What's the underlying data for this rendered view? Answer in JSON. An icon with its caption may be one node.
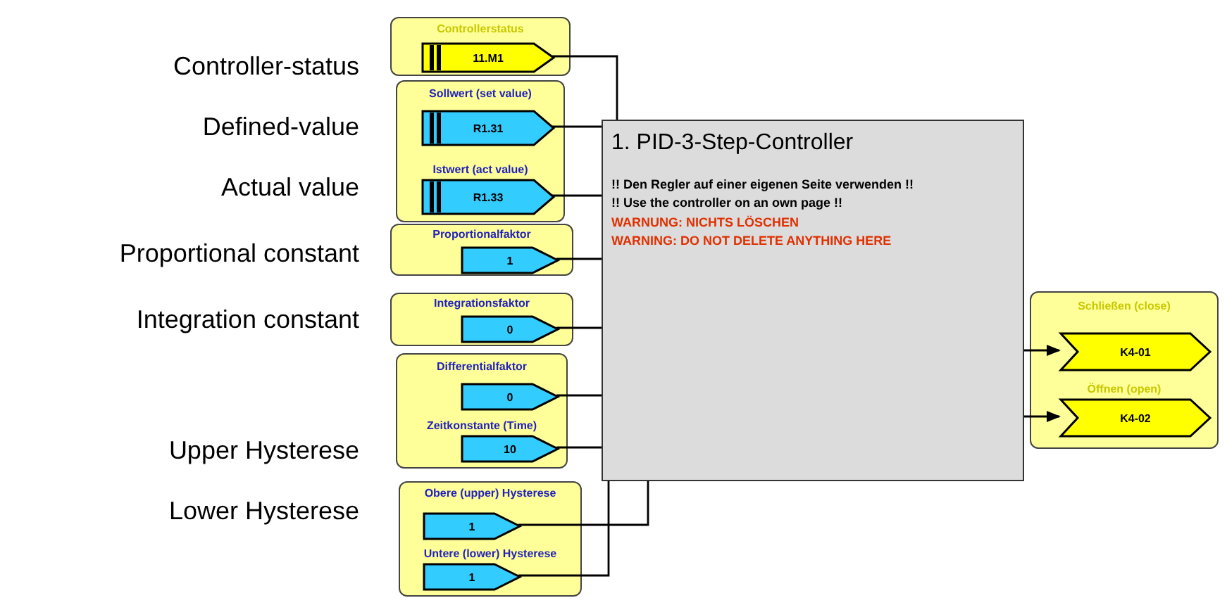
{
  "diagram": {
    "nodes": [
      {
        "text": [],
        "shape": "box"
      },
      {
        "text": [
          "11.M1"
        ],
        "in": 0,
        "beside": [
          "Controllerstatus"
        ]
      },
      {
        "text": [],
        "shape": "box"
      },
      {
        "text": [
          "R1.31"
        ],
        "in": 2,
        "beside": [
          "Sollwert (set value)"
        ]
      },
      {
        "text": [
          "R1.33"
        ],
        "in": 2,
        "beside": [
          "Istwert (act value)"
        ]
      },
      {
        "text": [],
        "shape": "box"
      },
      {
        "text": [
          "1"
        ],
        "in": 5,
        "beside": [
          "Proportionalfaktor"
        ]
      },
      {
        "text": [],
        "shape": "box"
      },
      {
        "text": [
          "0"
        ],
        "in": 7,
        "beside": [
          "Integrationsfaktor"
        ]
      },
      {
        "text": [],
        "shape": "box"
      },
      {
        "text": [
          "0"
        ],
        "in": 9,
        "beside": [
          "Differentialfaktor"
        ]
      },
      {
        "text": [
          "10"
        ],
        "in": 9,
        "beside": [
          "Zeitkonstante (Time)"
        ]
      },
      {
        "text": [
          "1. PID-3-Step-Controller",
          "!! Den Regler auf einer eigenen Seite verwenden !!",
          "!! Use the controller on an own page !!",
          "WARNUNG: NICHTS LÖSCHEN",
          "WARNING: DO NOT DELETE ANYTHING HERE"
        ]
      },
      {
        "text": [],
        "shape": "box"
      },
      {
        "text": [
          "1"
        ],
        "in": 13,
        "beside": [
          "Obere (upper) Hysterese"
        ]
      },
      {
        "text": [
          "1"
        ],
        "in": 13,
        "beside": [
          "Untere (lower) Hysterese"
        ]
      },
      {
        "text": [],
        "shape": "box"
      },
      {
        "text": [
          "K4-01"
        ],
        "in": 16,
        "beside": [
          "Schließen (close)"
        ]
      },
      {
        "text": [
          "K4-02"
        ],
        "in": 16,
        "beside": [
          "Öffnen (open)"
        ]
      }
    ],
    "edges": [
      {
        "from": 1,
        "to": 12,
        "arrow": "none"
      },
      {
        "from": 3,
        "to": 12,
        "arrow": "none"
      },
      {
        "from": 4,
        "to": 12,
        "arrow": "none"
      },
      {
        "from": 6,
        "to": 12,
        "arrow": "none"
      },
      {
        "from": 8,
        "to": 12,
        "arrow": "none"
      },
      {
        "from": 10,
        "to": 12,
        "arrow": "none"
      },
      {
        "from": 11,
        "to": 12,
        "arrow": "none"
      },
      {
        "from": 14,
        "to": 12,
        "arrow": "none"
      },
      {
        "from": 15,
        "to": 12,
        "arrow": "none"
      },
      {
        "from": 12,
        "to": 17,
        "arrow": "to"
      },
      {
        "from": 12,
        "to": 18,
        "arrow": "to"
      }
    ],
    "labels": [
      "Controller-status",
      "Defined-value",
      "Actual value",
      "Proportional constant",
      "Integration constant",
      "Upper Hysterese",
      "Lower Hysterese"
    ]
  }
}
